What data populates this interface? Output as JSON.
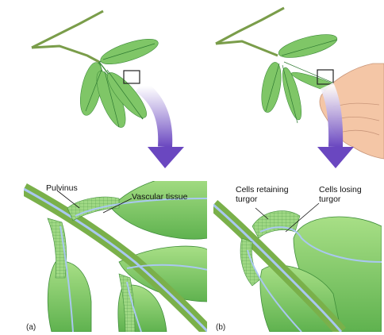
{
  "figure": {
    "panel_a": {
      "letter": "(a)",
      "labels": {
        "pulvinus": "Pulvinus",
        "vascular_tissue": "Vascular tissue"
      }
    },
    "panel_b": {
      "letter": "(b)",
      "labels": {
        "cells_retaining_line1": "Cells retaining",
        "cells_retaining_line2": "turgor",
        "cells_losing_line1": "Cells losing",
        "cells_losing_line2": "turgor"
      }
    },
    "colors": {
      "leaf_fill": "#8ccf6c",
      "leaf_dark": "#3f9a44",
      "stem": "#7aa84a",
      "vascular": "#a9c8f0",
      "arrow": "#7d5cc8",
      "hand": "#f4c6a6"
    },
    "icons": [
      "mimosa-leaf",
      "zoom-box",
      "zoom-arrow",
      "hand",
      "leaflet-cross-section"
    ]
  }
}
